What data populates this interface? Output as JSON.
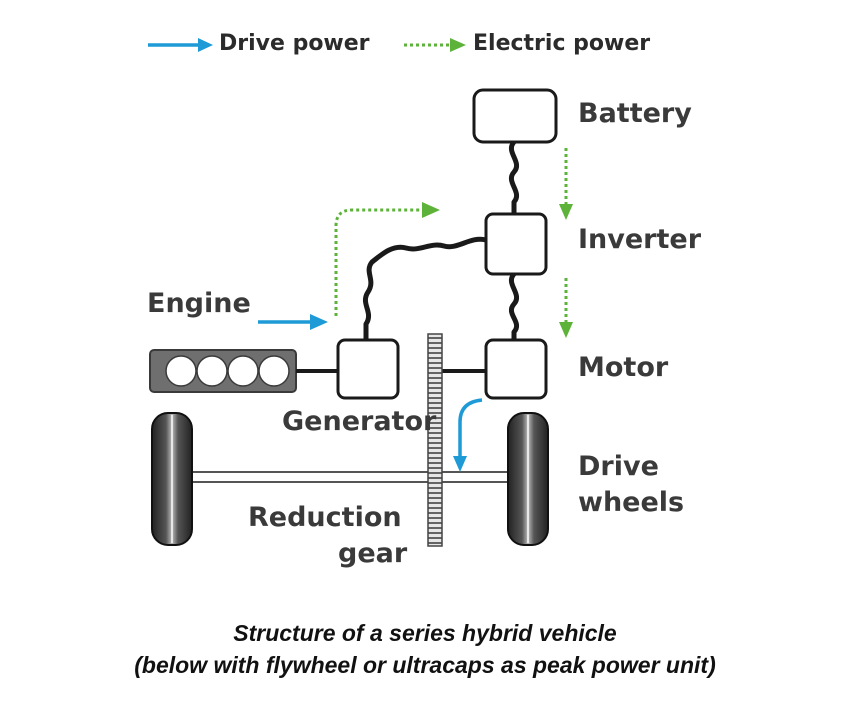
{
  "legend": {
    "drive_power": "Drive power",
    "electric_power": "Electric power"
  },
  "components": {
    "battery": "Battery",
    "inverter": "Inverter",
    "engine": "Engine",
    "generator": "Generator",
    "motor": "Motor",
    "drive_wheels_line1": "Drive",
    "drive_wheels_line2": "wheels",
    "reduction_gear_line1": "Reduction",
    "reduction_gear_line2": "gear"
  },
  "caption": {
    "line1": "Structure of a series hybrid vehicle",
    "line2": "(below with flywheel or ultracaps as peak power unit)"
  },
  "colors": {
    "drive_power": "#1e9ad6",
    "electric_power": "#5db33a",
    "line": "#1a1a1a",
    "engine_body": "#6f6f6f"
  }
}
